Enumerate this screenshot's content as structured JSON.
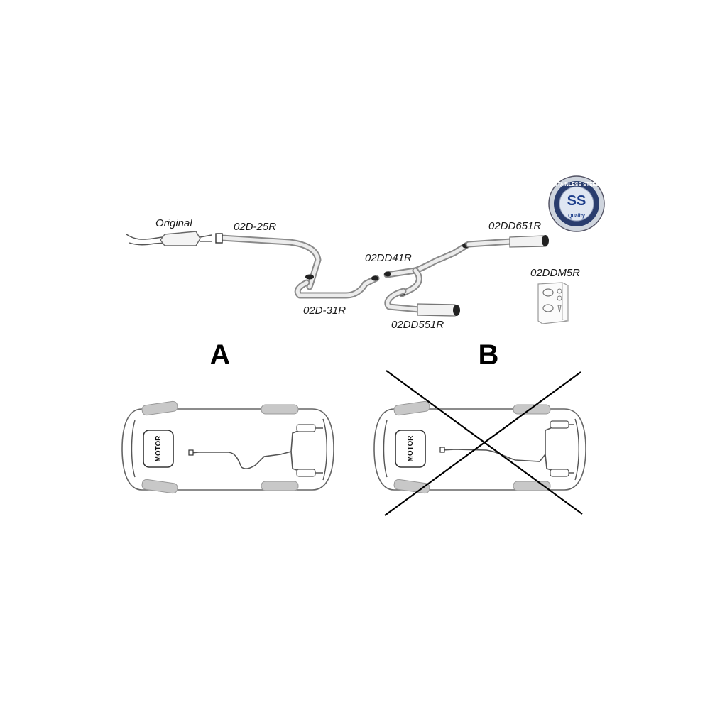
{
  "parts": {
    "original": "Original",
    "front_pipe": "02D-25R",
    "mid_pipe": "02D-31R",
    "y_pipe": "02DD41R",
    "left_muffler": "02DD551R",
    "right_muffler": "02DD651R",
    "mounting_kit": "02DDM5R"
  },
  "logo": {
    "letters": "SS",
    "ring_text_top": "STAINLESS STEEL",
    "quality": "Quality"
  },
  "variants": {
    "a_label": "A",
    "b_label": "B"
  },
  "car": {
    "motor_label": "MOTOR"
  },
  "colors": {
    "pipe": "#8a8a8a",
    "logo_blue": "#1c3d8a",
    "wheel": "#c8c8c8",
    "cross": "#000000"
  }
}
